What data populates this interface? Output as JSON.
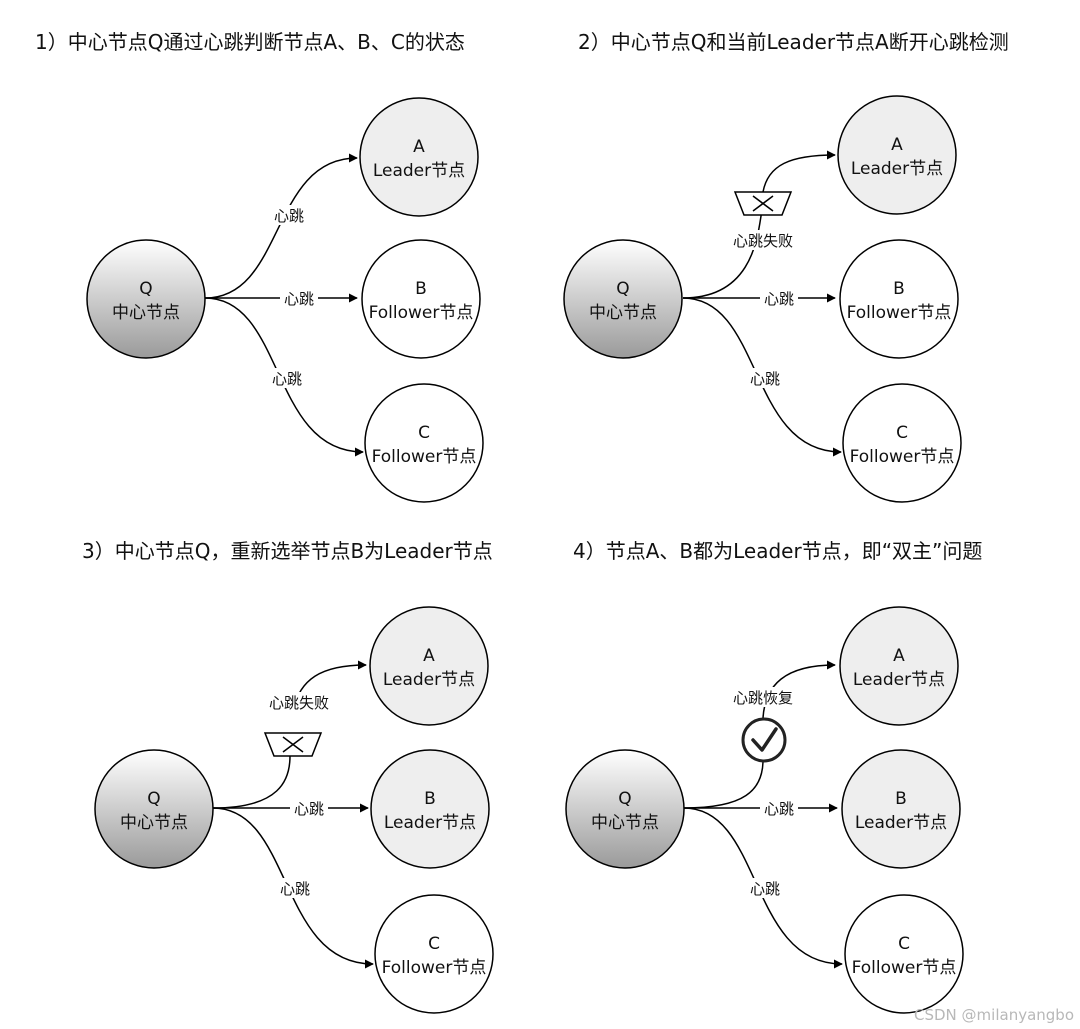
{
  "colors": {
    "center_node_gradient_top": "#ffffff",
    "center_node_gradient_bottom": "#9a9a9a",
    "leader_fill": "#eeeeee",
    "follower_fill": "#ffffff",
    "stroke": "#000000"
  },
  "panels": [
    {
      "title": "1）中心节点Q通过心跳判断节点A、B、C的状态",
      "nodes": {
        "q": {
          "line1": "Q",
          "line2": "中心节点"
        },
        "a": {
          "line1": "A",
          "line2": "Leader节点"
        },
        "b": {
          "line1": "B",
          "line2": "Follower节点"
        },
        "c": {
          "line1": "C",
          "line2": "Follower节点"
        }
      },
      "labels": {
        "qa": "心跳",
        "qb": "心跳",
        "qc": "心跳"
      }
    },
    {
      "title": "2）中心节点Q和当前Leader节点A断开心跳检测",
      "nodes": {
        "q": {
          "line1": "Q",
          "line2": "中心节点"
        },
        "a": {
          "line1": "A",
          "line2": "Leader节点"
        },
        "b": {
          "line1": "B",
          "line2": "Follower节点"
        },
        "c": {
          "line1": "C",
          "line2": "Follower节点"
        }
      },
      "labels": {
        "qa": "心跳失败",
        "qb": "心跳",
        "qc": "心跳"
      },
      "status_icon": "broken-x-icon"
    },
    {
      "title": "3）中心节点Q，重新选举节点B为Leader节点",
      "nodes": {
        "q": {
          "line1": "Q",
          "line2": "中心节点"
        },
        "a": {
          "line1": "A",
          "line2": "Leader节点"
        },
        "b": {
          "line1": "B",
          "line2": "Leader节点"
        },
        "c": {
          "line1": "C",
          "line2": "Follower节点"
        }
      },
      "labels": {
        "qa": "心跳失败",
        "qb": "心跳",
        "qc": "心跳"
      },
      "status_icon": "broken-x-icon"
    },
    {
      "title": "4）节点A、B都为Leader节点，即“双主”问题",
      "nodes": {
        "q": {
          "line1": "Q",
          "line2": "中心节点"
        },
        "a": {
          "line1": "A",
          "line2": "Leader节点"
        },
        "b": {
          "line1": "B",
          "line2": "Leader节点"
        },
        "c": {
          "line1": "C",
          "line2": "Follower节点"
        }
      },
      "labels": {
        "qa": "心跳恢复",
        "qb": "心跳",
        "qc": "心跳"
      },
      "status_icon": "check-circle-icon"
    }
  ],
  "watermark": "CSDN @milanyangbo"
}
